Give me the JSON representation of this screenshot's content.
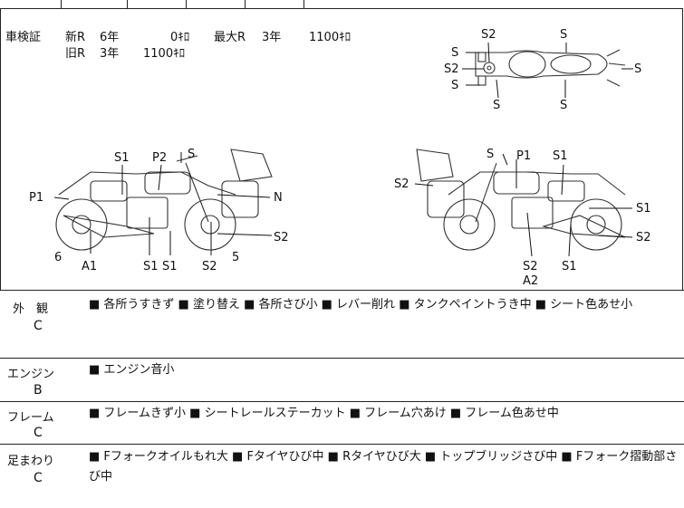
{
  "inspection": {
    "label": "車検証",
    "new_r_label": "新R",
    "new_r_years": "6年",
    "new_r_km": "0ｷﾛ",
    "max_r_label": "最大R",
    "max_r_years": "3年",
    "max_r_km": "1100ｷﾛ",
    "old_r_label": "旧R",
    "old_r_years": "3年",
    "old_r_km": "1100ｷﾛ"
  },
  "diagram_labels": {
    "top_view": [
      "S2",
      "S",
      "S",
      "S2",
      "S",
      "S",
      "S",
      "S"
    ],
    "left_view": [
      "S1",
      "P2",
      "S",
      "P1",
      "N",
      "6",
      "A1",
      "S1",
      "S1",
      "S2",
      "5",
      "S2"
    ],
    "right_view": [
      "S",
      "P1",
      "S1",
      "S2",
      "S1",
      "S2",
      "S2",
      "S1",
      "A2"
    ]
  },
  "sections": [
    {
      "category": "外　観",
      "grade": "C",
      "notes": "■ 各所うすきず ■ 塗り替え ■ 各所さび小 ■ レバー削れ ■ タンクペイントうき中 ■ シート色あせ小"
    },
    {
      "category": "エンジン",
      "grade": "B",
      "notes": "■ エンジン音小"
    },
    {
      "category": "フレーム",
      "grade": "C",
      "notes": "■ フレームきず小 ■ シートレールステーカット ■ フレーム穴あけ ■ フレーム色あせ中"
    },
    {
      "category": "足まわり",
      "grade": "C",
      "notes": "■ Fフォークオイルもれ大 ■ Fタイヤひび中 ■ Rタイヤひび大 ■ トップブリッジさび中 ■ Fフォーク摺動部さび中"
    }
  ]
}
